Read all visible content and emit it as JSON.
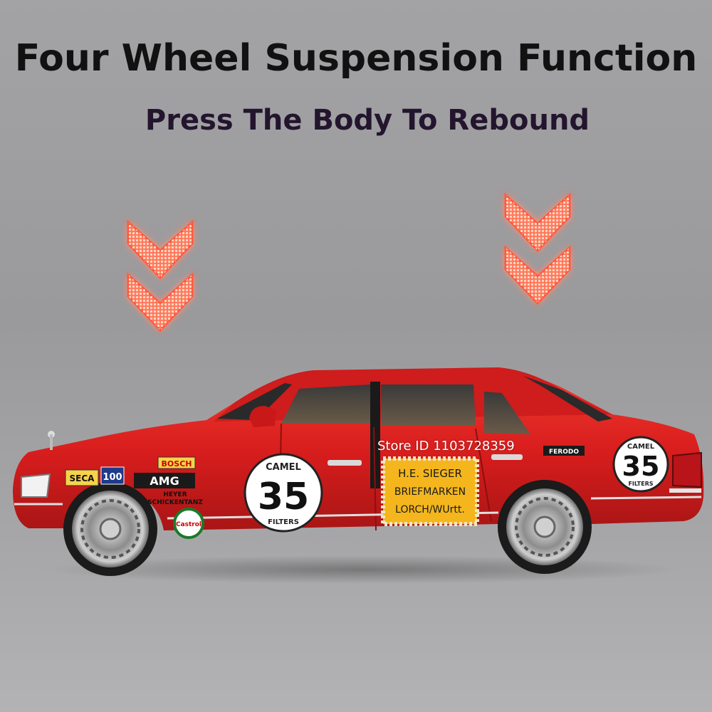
{
  "headline": {
    "title": "Four Wheel Suspension Function",
    "subtitle": "Press The Body To Rebound"
  },
  "watermark": "Store ID 1103728359",
  "car": {
    "race_number": "35",
    "decals": {
      "camel": "CAMEL",
      "filters": "FILTERS",
      "bosch": "BOSCH",
      "seca": "SECA",
      "hundred": "100",
      "amg": "AMG",
      "heyer": "HEYER",
      "schickentanz": "SCHICKENTANZ",
      "castrol": "Castrol",
      "ferodo": "FERODO",
      "sieger_line1": "H.E. SIEGER",
      "sieger_line2": "BRIEFMARKEN",
      "sieger_line3": "LORCH/WUrtt."
    }
  },
  "colors": {
    "body_red": "#d81d1d",
    "chevron_glow": "#ff6a4a",
    "background": "#a0a0a2"
  },
  "icons": {
    "left_arrows": "double-chevron-down-icon",
    "right_arrows": "double-chevron-down-icon"
  }
}
